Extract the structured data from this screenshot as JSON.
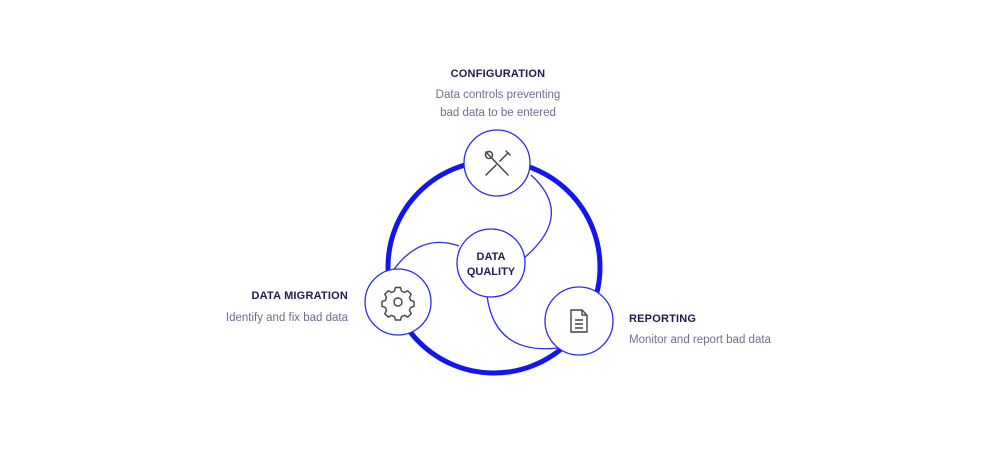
{
  "colors": {
    "accent": "#1414ee",
    "title_text": "#1d1d4b",
    "desc_text": "#6e6e8c"
  },
  "center": {
    "line1": "DATA",
    "line2": "QUALITY"
  },
  "nodes": {
    "configuration": {
      "title": "CONFIGURATION",
      "desc_line1": "Data controls preventing",
      "desc_line2": "bad data to be entered",
      "icon": "tools-icon"
    },
    "data_migration": {
      "title": "DATA MIGRATION",
      "desc": "Identify and fix bad data",
      "icon": "gear-icon"
    },
    "reporting": {
      "title": "REPORTING",
      "desc": "Monitor and report bad data",
      "icon": "document-icon"
    }
  }
}
